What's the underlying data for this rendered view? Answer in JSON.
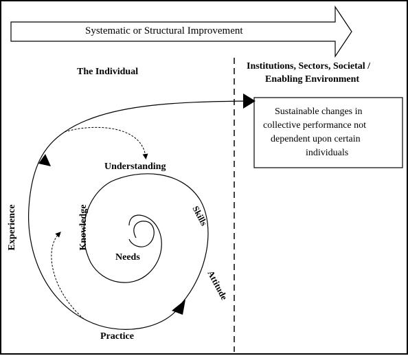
{
  "arrow_banner": {
    "text": "Systematic or Structural Improvement"
  },
  "left_heading": "The Individual",
  "right_heading": {
    "line1": "Institutions, Sectors, Societal /",
    "line2": "Enabling Environment"
  },
  "outcome_box": {
    "line1": "Sustainable changes in",
    "line2": "collective performance not",
    "line3": "dependent upon certain",
    "line4": "individuals"
  },
  "spiral_labels": {
    "needs": "Needs",
    "knowledge": "Knowledge",
    "understanding": "Understanding",
    "skills": "Skills",
    "attitude": "Attitude",
    "practice": "Practice",
    "experience": "Experience"
  },
  "colors": {
    "ink": "#000000",
    "background": "#ffffff"
  }
}
